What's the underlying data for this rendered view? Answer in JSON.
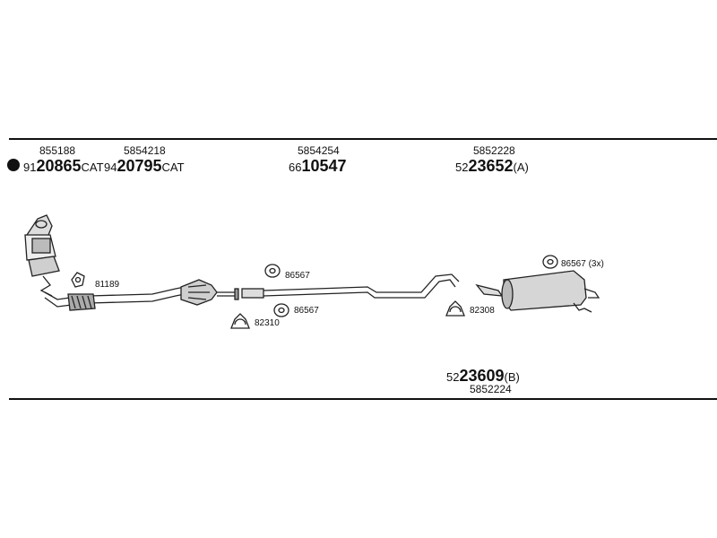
{
  "header": {
    "part_1": {
      "num": "855188",
      "prefix": "91",
      "code": "20865",
      "suffix": "CAT"
    },
    "part_2": {
      "num": "5854218",
      "prefix": "94",
      "code": "20795",
      "suffix": "CAT"
    },
    "part_3": {
      "num": "5854254",
      "prefix": "66",
      "code": "10547"
    },
    "part_4": {
      "num": "5852228",
      "prefix": "52",
      "code": "23652",
      "suffix": "(A)"
    }
  },
  "footer": {
    "part_5": {
      "prefix": "52",
      "code": "23609",
      "suffix": "(B)",
      "num": "5852224"
    }
  },
  "labels": {
    "gasket": "81189",
    "clamp_a": "86567",
    "clamp_b": "86567",
    "clamp_left": "82310",
    "clamp_right": "82308",
    "hangers_rear": "86567 (3x)"
  }
}
